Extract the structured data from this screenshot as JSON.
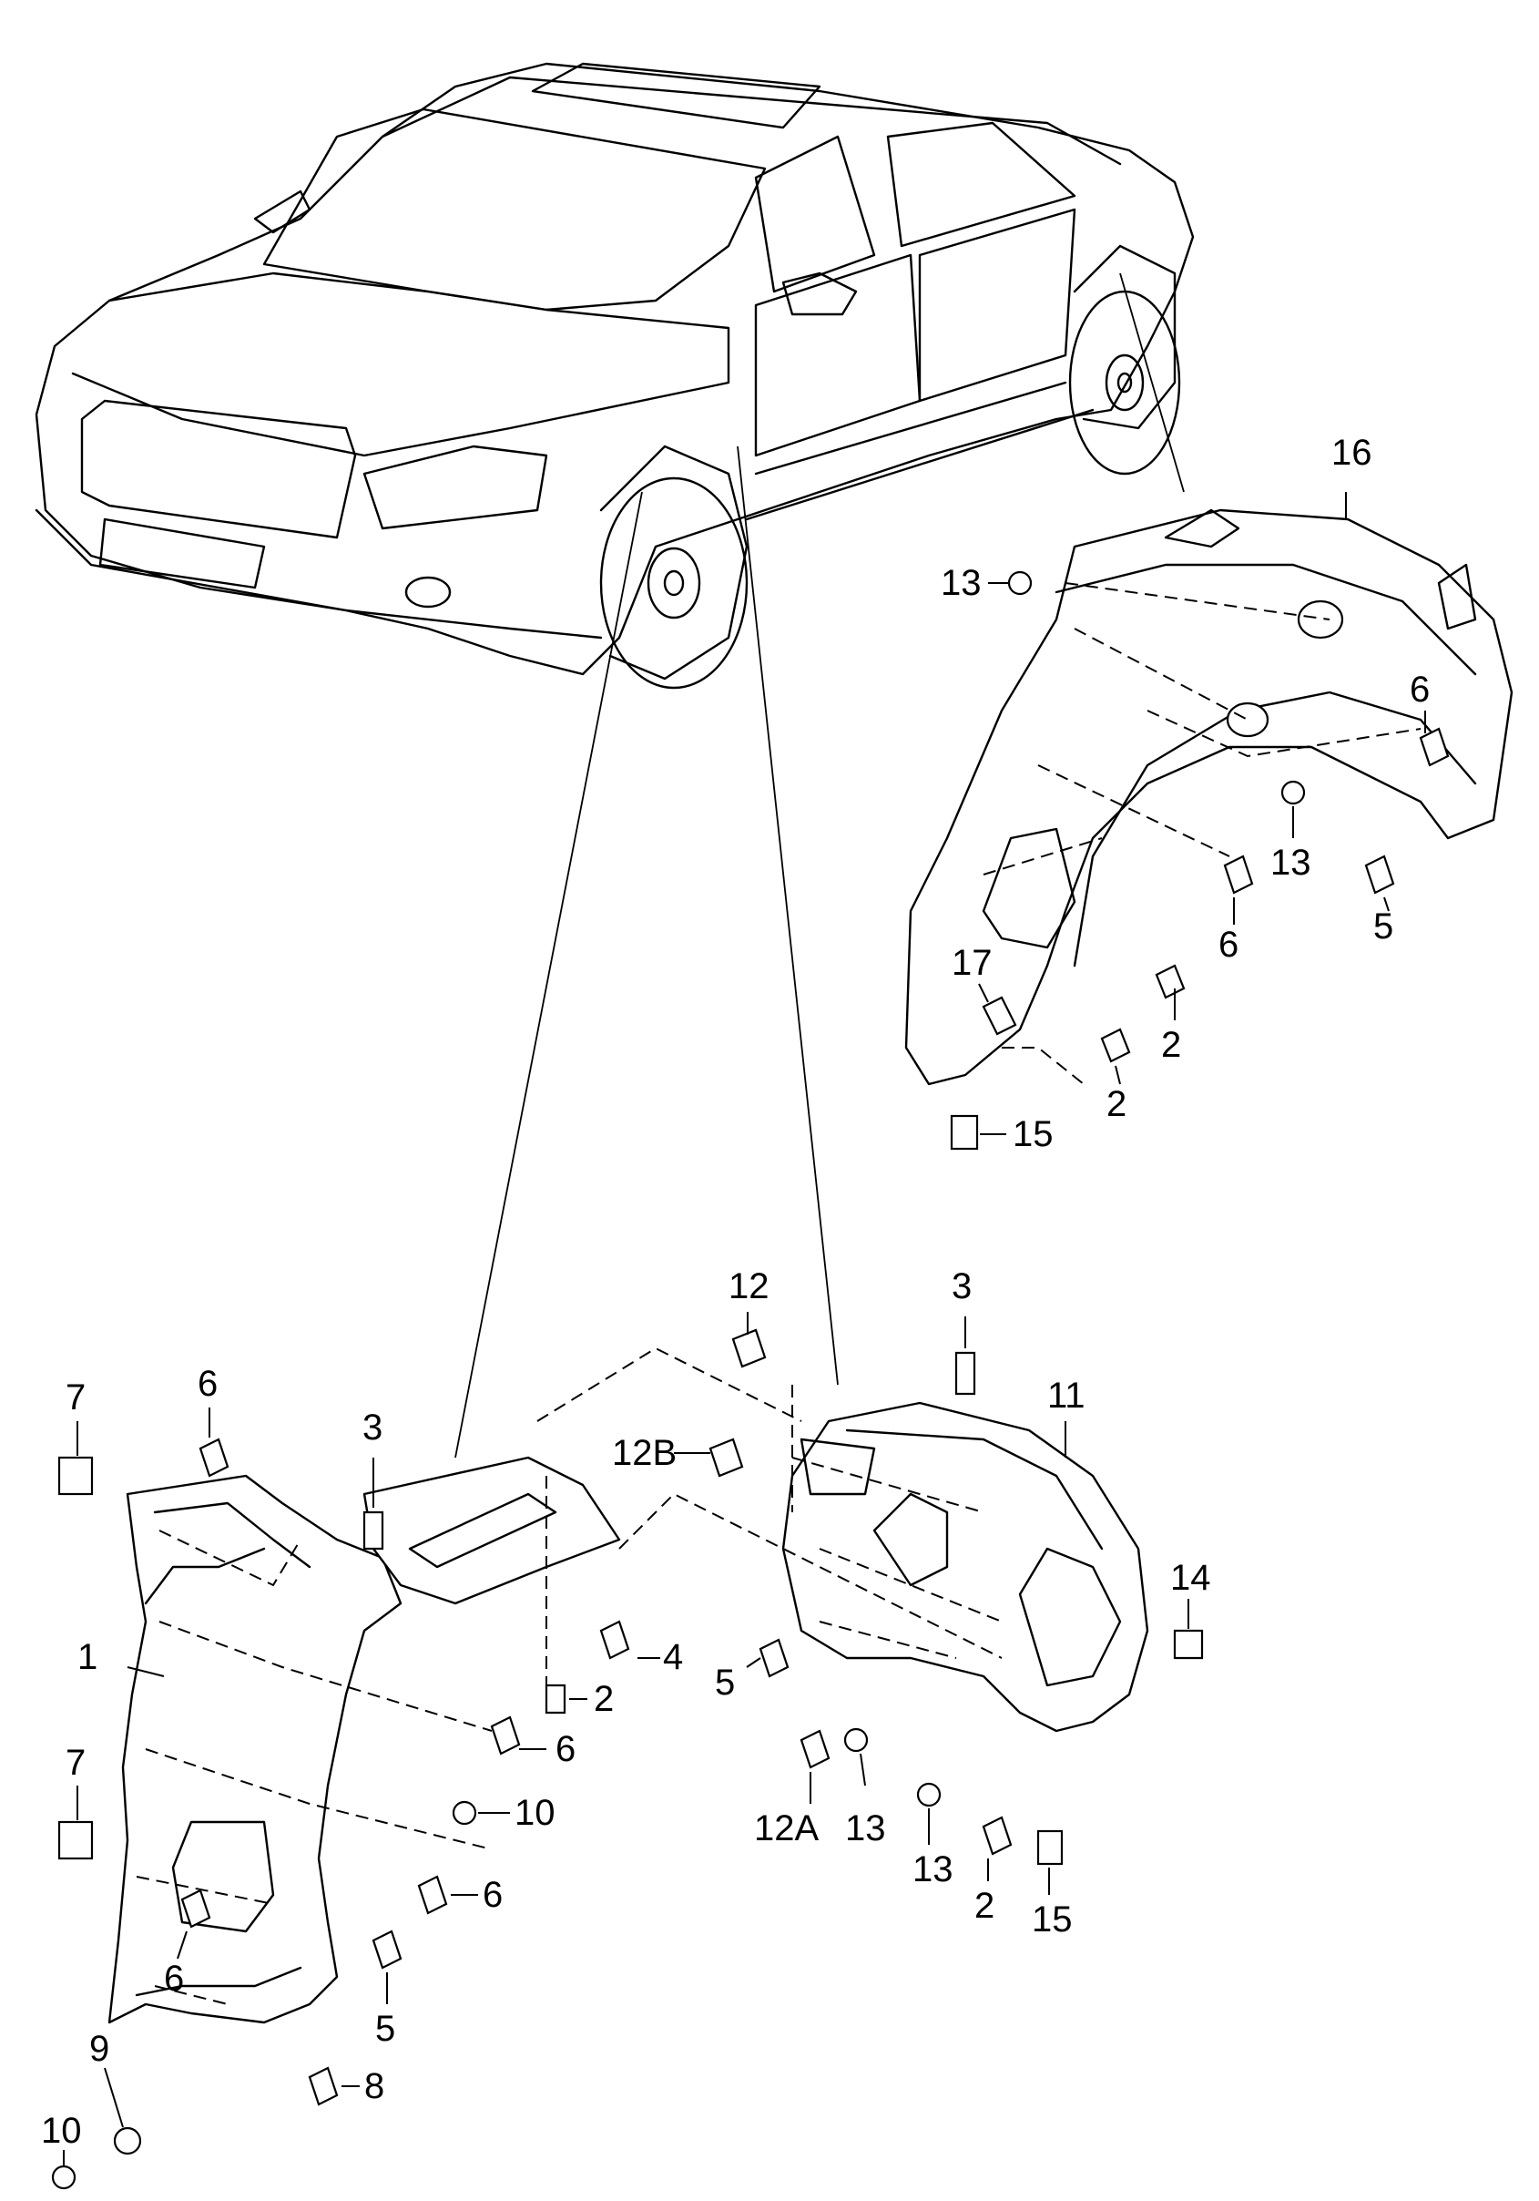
{
  "callouts": {
    "c16": "16",
    "c13_top": "13",
    "c6_rear_a": "6",
    "c13_rear_b": "13",
    "c5_rear": "5",
    "c6_rear_b": "6",
    "c17": "17",
    "c2_rear_a": "2",
    "c2_rear_b": "2",
    "c15_rear": "15",
    "c12": "12",
    "c3_mid": "3",
    "c11": "11",
    "c12b": "12B",
    "c14": "14",
    "c5_mid": "5",
    "c12a": "12A",
    "c13_mid_a": "13",
    "c13_mid_b": "13",
    "c2_mid": "2",
    "c15_mid": "15",
    "c7_top": "7",
    "c6_front_top": "6",
    "c3_front": "3",
    "c4": "4",
    "c2_front": "2",
    "c1": "1",
    "c6_front_a": "6",
    "c10_front": "10",
    "c7_bottom": "7",
    "c6_front_b": "6",
    "c6_front_c": "6",
    "c5_front": "5",
    "c9": "9",
    "c10_bottom": "10",
    "c8": "8"
  }
}
